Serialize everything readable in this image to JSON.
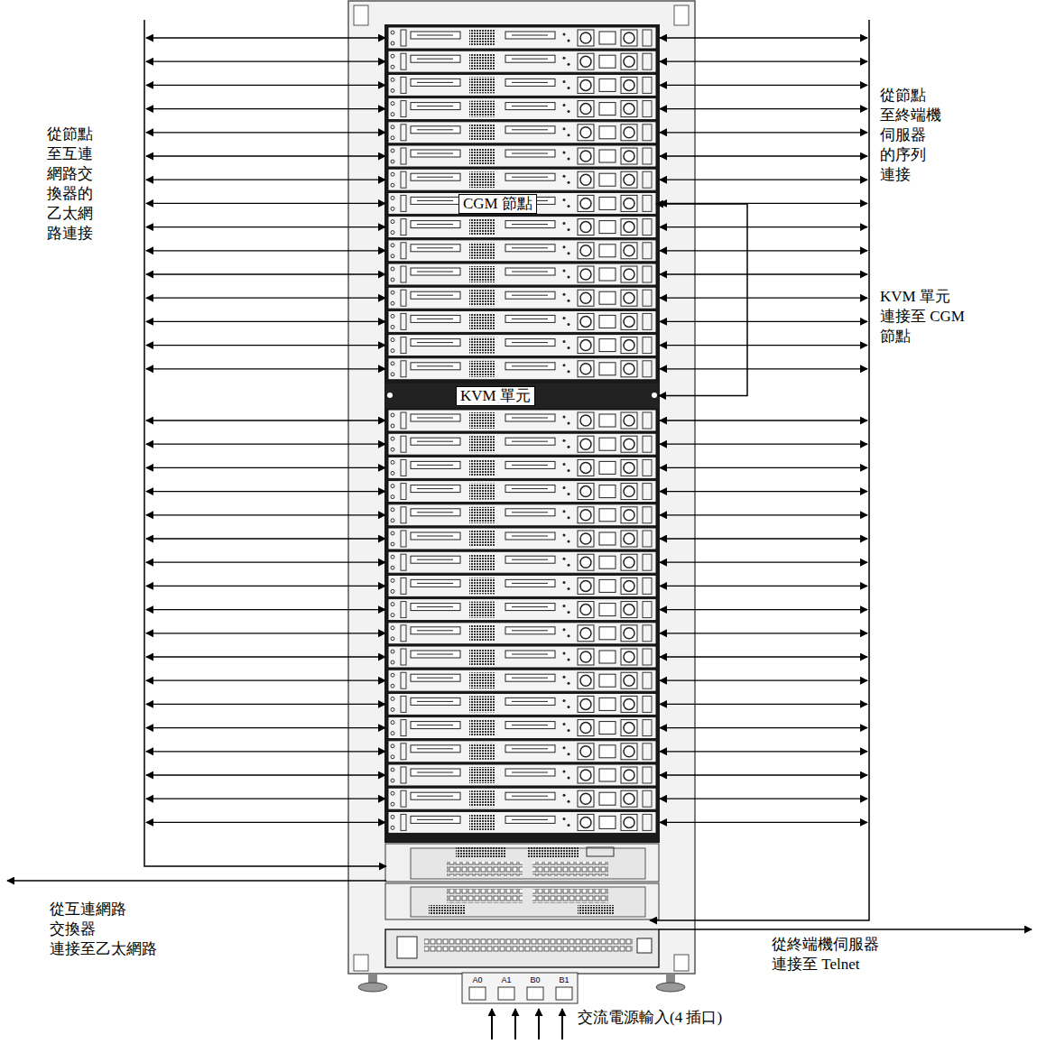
{
  "diagram": {
    "nodes": [
      {
        "text": [
          "CGM 節點"
        ]
      },
      {
        "text": [
          "KVM 單元"
        ]
      }
    ],
    "edges": [
      {
        "from": 0,
        "to": 1,
        "arrow": "both"
      }
    ],
    "labels": [
      "從節點 至互連 網路交 換器的 乙太網 路連接",
      "從節點 至終端機 伺服器 的序列 連接",
      "KVM 單元 連接至 CGM 節點",
      "從互連網路 交換器 連接至乙太網路",
      "從終端機伺服器 連接至 Telnet",
      "交流電源輸入(4 插口)",
      "A0",
      "A1",
      "B0",
      "B1"
    ]
  }
}
